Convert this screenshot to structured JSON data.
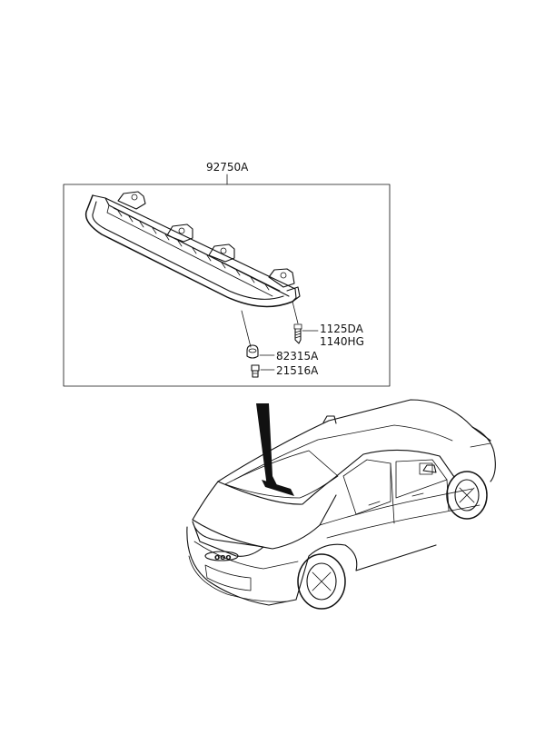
{
  "diagram": {
    "assembly_label": "92750A",
    "parts": [
      {
        "id": "screw",
        "labels": [
          "1125DA",
          "1140HG"
        ],
        "icon": "screw-icon"
      },
      {
        "id": "grommet",
        "labels": [
          "82315A"
        ],
        "icon": "grommet-icon"
      },
      {
        "id": "connector",
        "labels": [
          "21516A"
        ],
        "icon": "connector-icon"
      }
    ]
  }
}
